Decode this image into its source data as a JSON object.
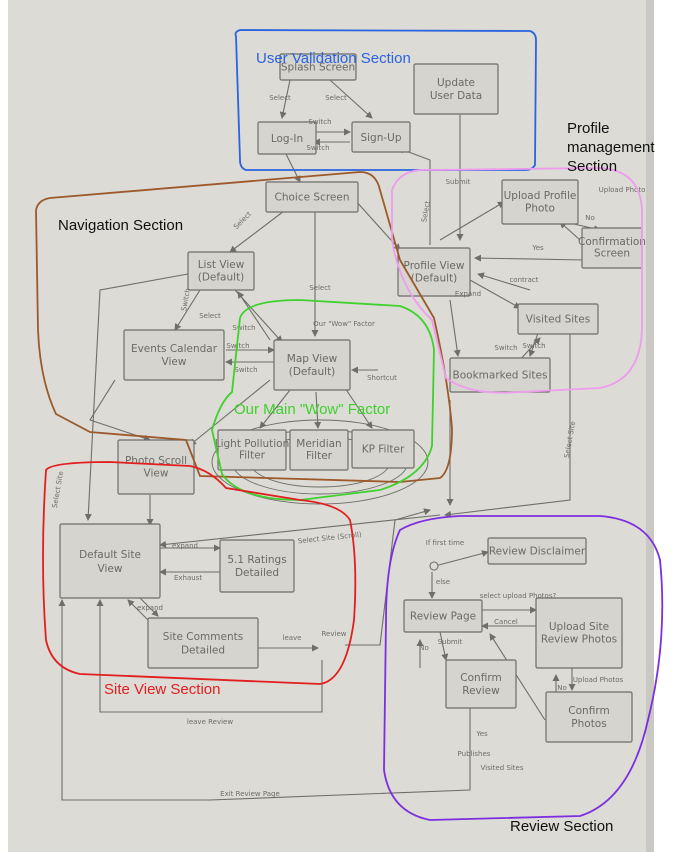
{
  "sections": {
    "user_validation": "User Validation Section",
    "profile_line1": "Profile",
    "profile_line2": "management",
    "profile_line3": "Section",
    "navigation": "Navigation Section",
    "wow": "Our Main \"Wow\" Factor",
    "site_view": "Site View Section",
    "review": "Review Section"
  },
  "colors": {
    "paper": "#dcdbd5",
    "pencil": "#6e6e6a",
    "user_validation": "#2b63e0",
    "profile": "#ee9cee",
    "navigation": "#9c5a2c",
    "wow": "#3fd12d",
    "site_view": "#e11f1f",
    "review": "#7d2ee0"
  },
  "boxes": {
    "splash_screen": "Splash Screen",
    "update_user_l1": "Update",
    "update_user_l2": "User Data",
    "log_in": "Log-In",
    "sign_up": "Sign-Up",
    "choice_screen": "Choice Screen",
    "upload_profile_l1": "Upload Profile",
    "upload_profile_l2": "Photo",
    "confirmation_l1": "Confirmation",
    "confirmation_l2": "Screen",
    "profile_view_l1": "Profile View",
    "profile_view_l2": "(Default)",
    "visited_sites": "Visited Sites",
    "bookmarked_sites": "Bookmarked Sites",
    "list_view_l1": "List View",
    "list_view_l2": "(Default)",
    "events_calendar_l1": "Events Calendar",
    "events_calendar_l2": "View",
    "map_view_l1": "Map View",
    "map_view_l2": "(Default)",
    "light_pollution_l1": "Light Pollution",
    "light_pollution_l2": "Filter",
    "meridian_l1": "Meridian",
    "meridian_l2": "Filter",
    "kp_filter": "KP Filter",
    "photo_scroll_l1": "Photo Scroll",
    "photo_scroll_l2": "View",
    "default_site_l1": "Default Site",
    "default_site_l2": "View",
    "ratings_l1": "5.1 Ratings",
    "ratings_l2": "Detailed",
    "site_comments_l1": "Site Comments",
    "site_comments_l2": "Detailed",
    "review_disclaimer": "Review Disclaimer",
    "review_page": "Review Page",
    "upload_site_photos_l1": "Upload Site",
    "upload_site_photos_l2": "Review Photos",
    "confirm_review_l1": "Confirm",
    "confirm_review_l2": "Review",
    "confirm_photos_l1": "Confirm",
    "confirm_photos_l2": "Photos"
  },
  "edge_labels": {
    "select_a": "Select",
    "select_b": "Select",
    "switch_a": "Switch",
    "switch_b": "Switch",
    "submit_a": "Submit",
    "select_profile": "Select",
    "nav_select_a": "Select",
    "nav_select_b": "Select",
    "nav_select_c": "Select",
    "nav_switch_a": "Switch",
    "nav_switch_b": "Switch",
    "nav_switch_c": "Switch",
    "nav_switch_d": "Switch",
    "shortcut": "Shortcut",
    "wow_note": "Our \"Wow\" Factor",
    "upload_photo": "Upload Photo",
    "yes_a": "Yes",
    "no_a": "No",
    "contract": "contract",
    "expand_a": "Expand",
    "switch_c": "Switch",
    "switch_d": "Switch",
    "select_site_side": "Select Site",
    "select_site_vertical": "Select Site",
    "select_site_bottom": "Select Site (Scroll)",
    "first_time": "If first time",
    "else_label": "else",
    "expand_b": "expand",
    "exhaust": "Exhaust",
    "expand_c": "expand",
    "leave": "leave",
    "review_label": "Review",
    "leave_review": "leave Review",
    "exit_review": "Exit Review Page",
    "select_upload": "select upload Photos?",
    "cancel": "Cancel",
    "submit_b": "Submit",
    "no_b": "No",
    "no_c": "No",
    "upload_photos": "Upload Photos",
    "yes_b": "Yes",
    "publishes": "Publishes",
    "visited_sites_note": "Visited Sites"
  }
}
